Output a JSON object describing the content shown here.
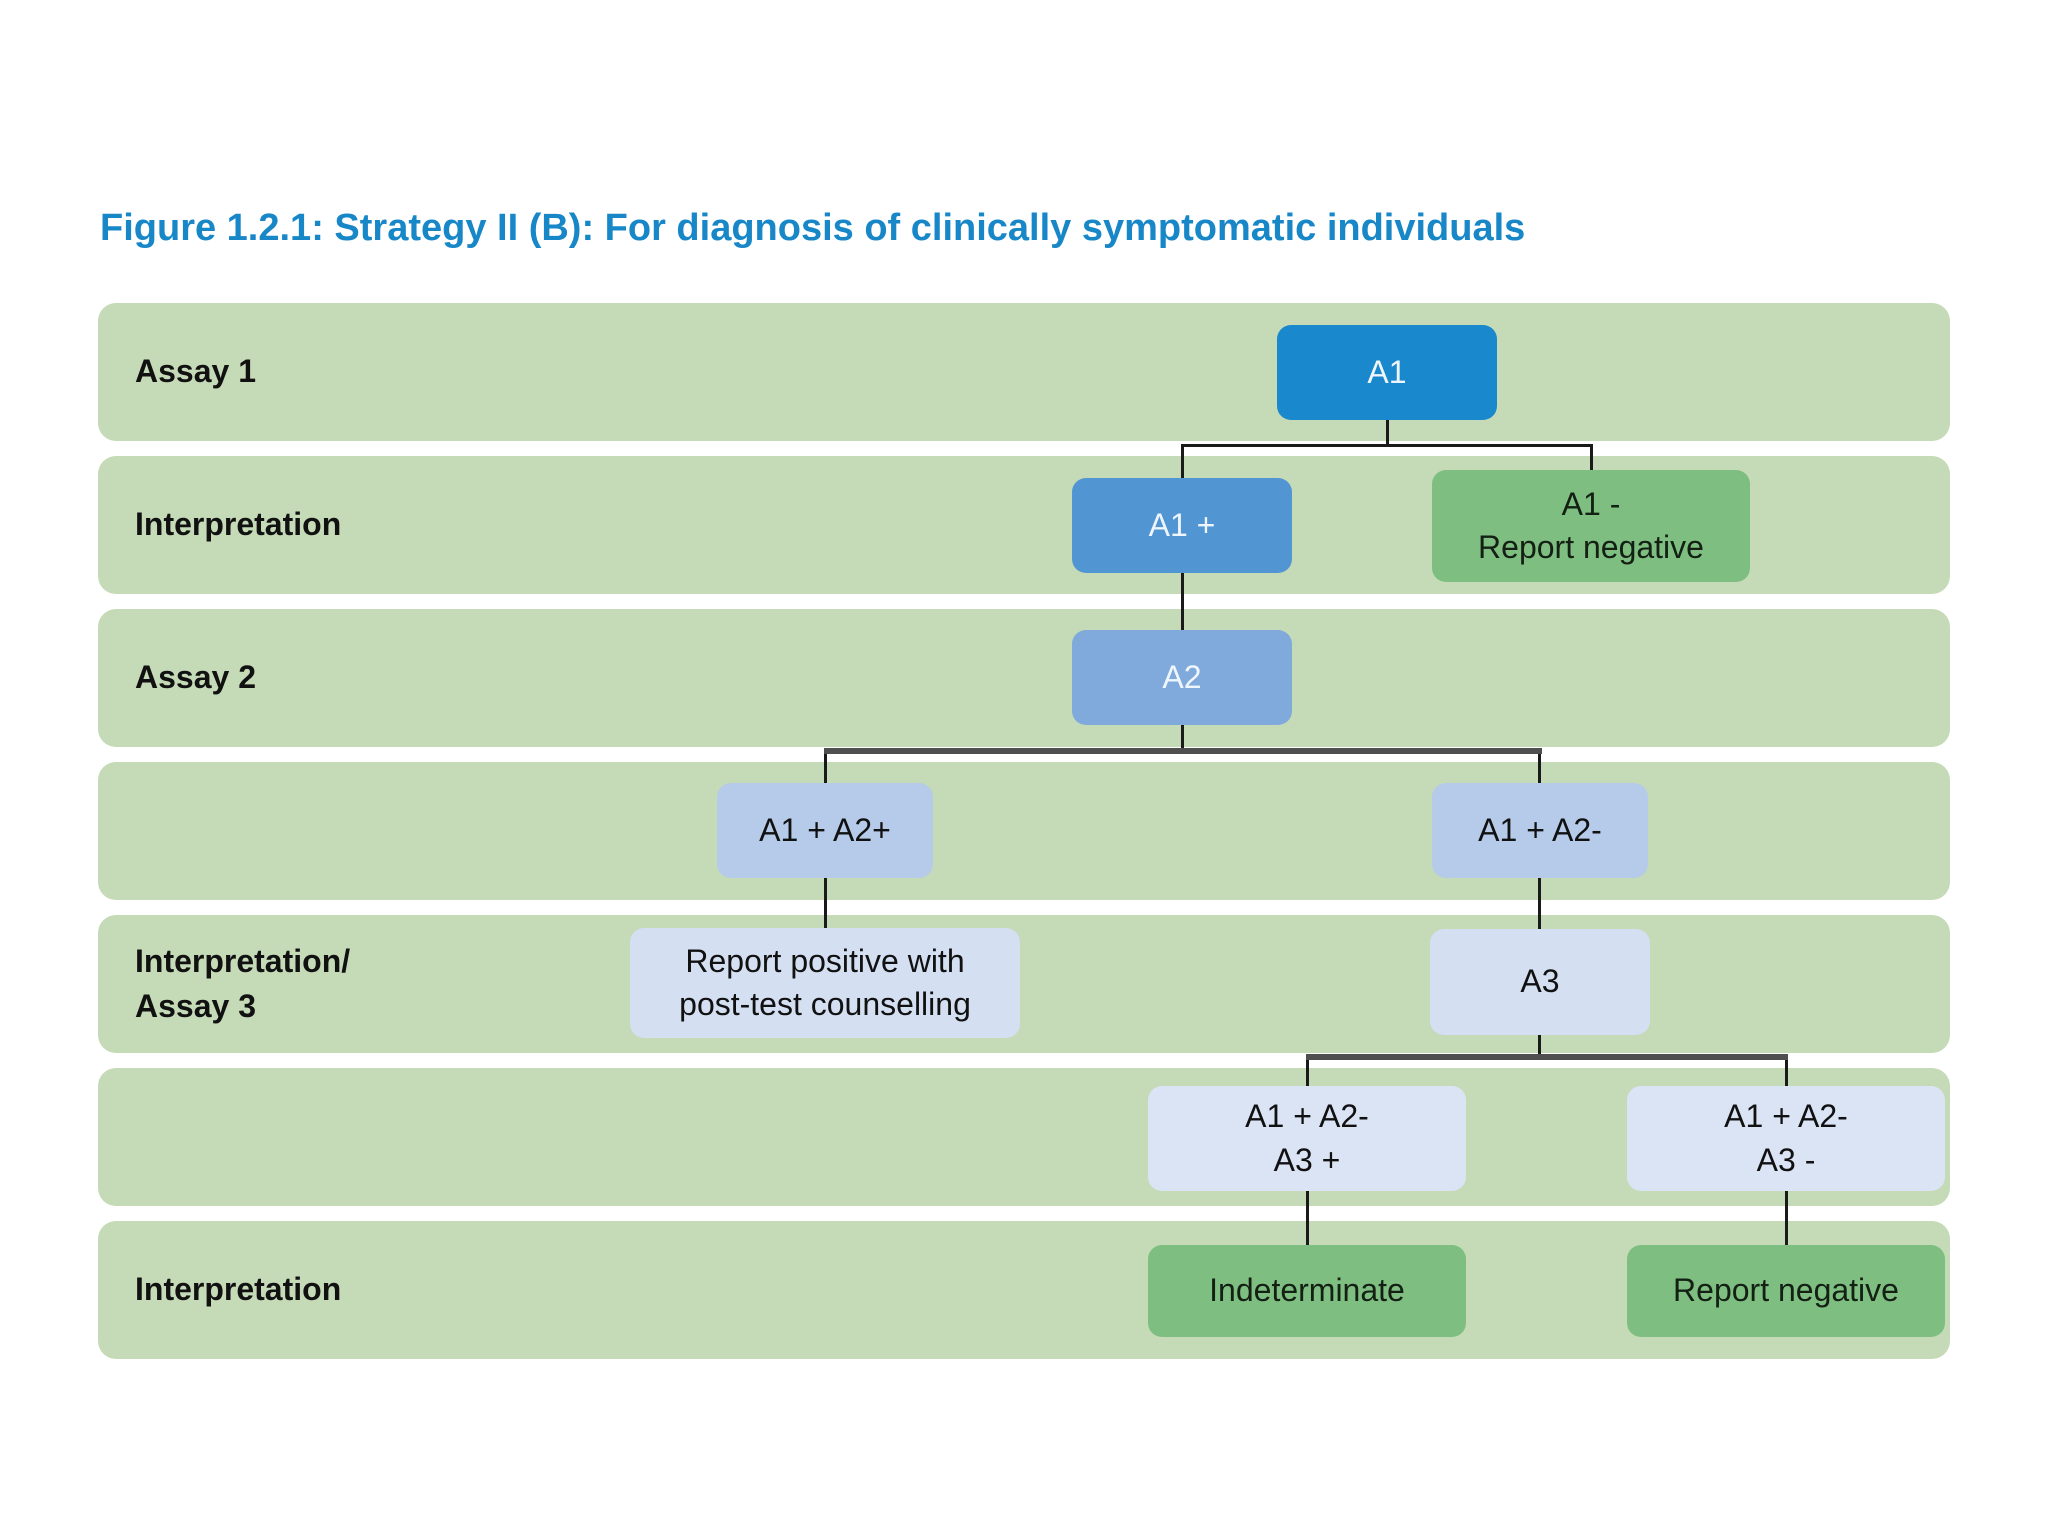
{
  "figure": {
    "title": "Figure 1.2.1: Strategy II (B): For diagnosis of clinically symptomatic individuals"
  },
  "row_labels": {
    "row1": "Assay 1",
    "row2": "Interpretation",
    "row3": "Assay 2",
    "row4": "",
    "row5_line1": "Interpretation/",
    "row5_line2": "Assay 3",
    "row6": "",
    "row7": "Interpretation"
  },
  "nodes": {
    "a1": {
      "label": "A1"
    },
    "a1_pos": {
      "label": "A1 +"
    },
    "a1_neg": {
      "line1": "A1 -",
      "line2": "Report negative"
    },
    "a2": {
      "label": "A2"
    },
    "a1_a2_pos": {
      "label": "A1 + A2+"
    },
    "a1_a2_neg": {
      "label": "A1 + A2-"
    },
    "report_positive": {
      "line1": "Report positive with",
      "line2": "post-test counselling"
    },
    "a3": {
      "label": "A3"
    },
    "a1_a2neg_a3_pos": {
      "line1": "A1 + A2-",
      "line2": "A3 +"
    },
    "a1_a2neg_a3_neg": {
      "line1": "A1 + A2-",
      "line2": "A3 -"
    },
    "indeterminate": {
      "label": "Indeterminate"
    },
    "report_negative": {
      "label": "Report negative"
    }
  },
  "colors": {
    "title_blue": "#1787c8",
    "band_green": "#c5dab7",
    "node_blue_strong": "#1a88cc",
    "node_blue_medium": "#5295d3",
    "node_blue_soft": "#80a9dc",
    "node_blue_light": "#b5cbe9",
    "node_blue_pale": "#d4dff2",
    "node_blue_paler": "#dbe4f5",
    "node_green": "#7ebe81",
    "connector_black": "#1a1a1a",
    "connector_gray": "#4f4f4f"
  }
}
